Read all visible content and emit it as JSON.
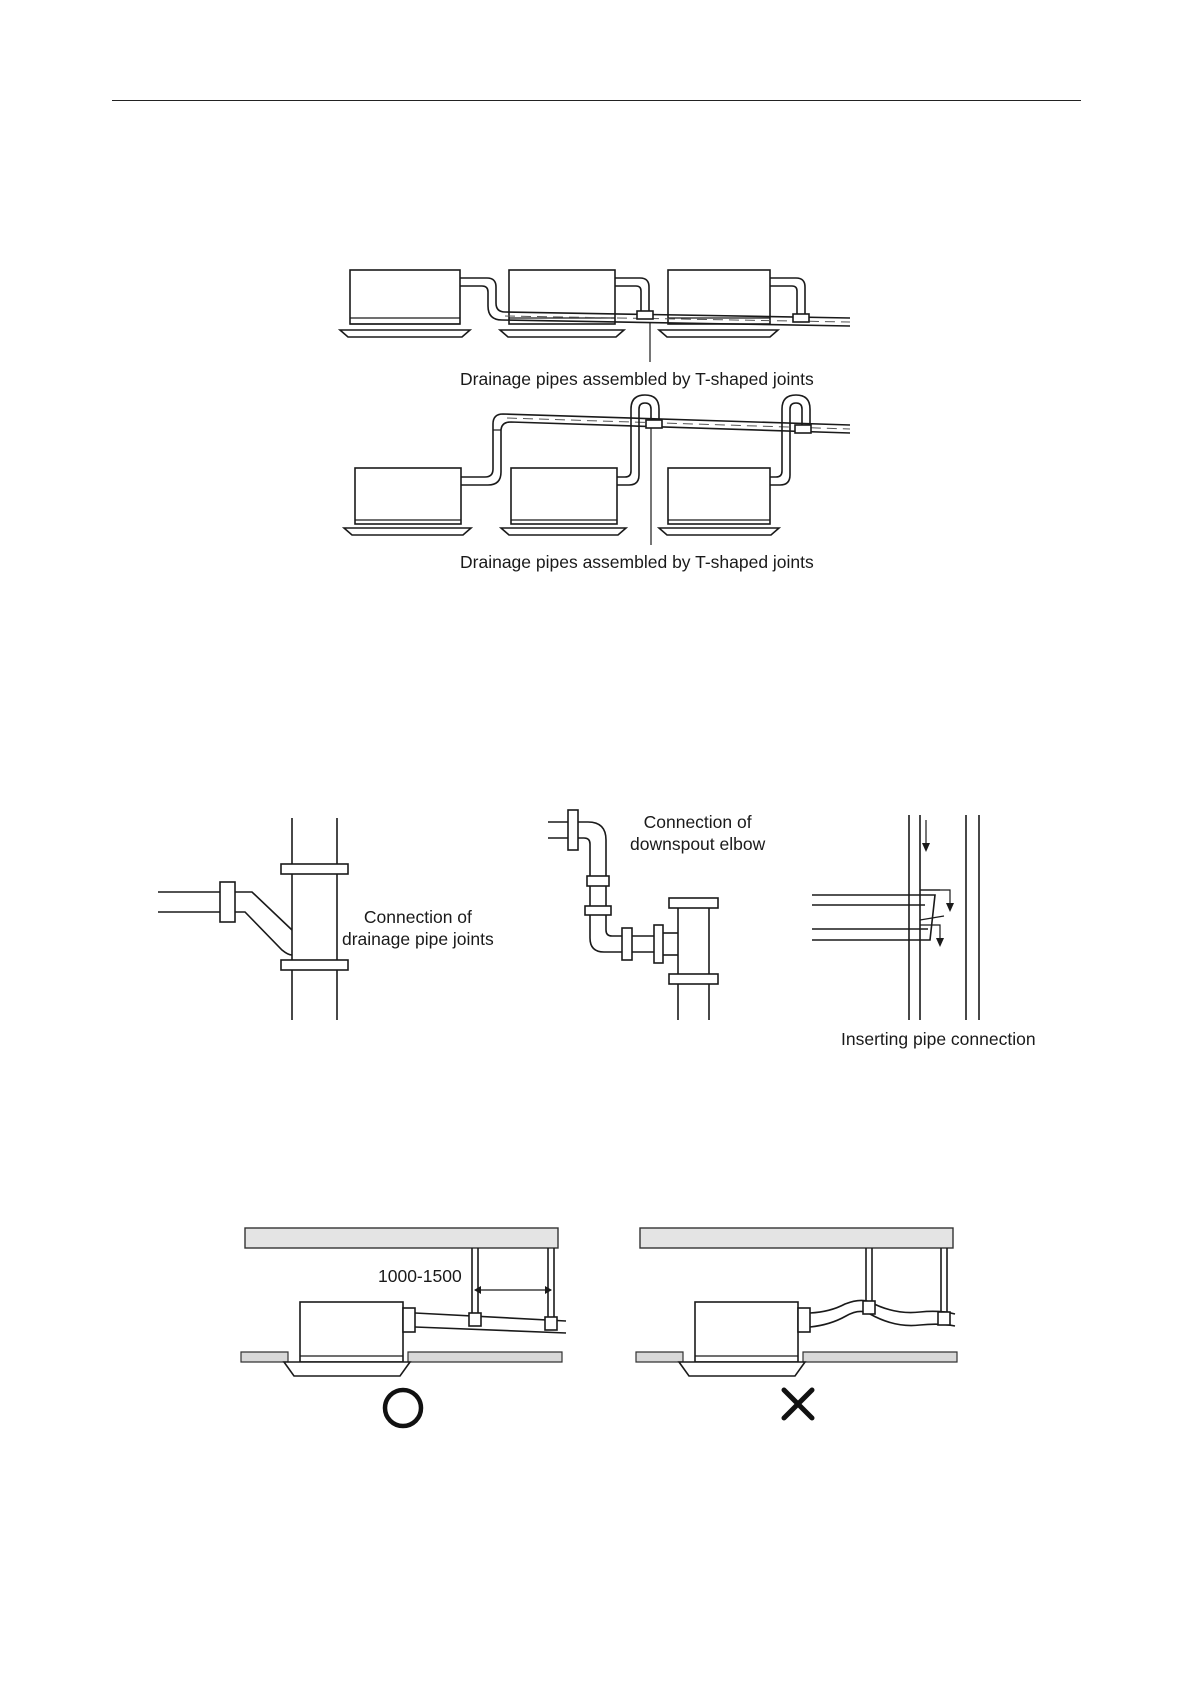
{
  "figure1": {
    "label_top": "Drainage pipes assembled by T-shaped joints",
    "label_bottom": "Drainage pipes assembled by T-shaped joints"
  },
  "figure2": {
    "label_joints": "Connection of\ndrainage pipe joints",
    "label_elbow": "Connection of\ndownspout elbow",
    "label_inserting": "Inserting pipe connection"
  },
  "figure3": {
    "dimension_label": "1000-1500",
    "correct_mark": "O",
    "wrong_mark": "X"
  }
}
